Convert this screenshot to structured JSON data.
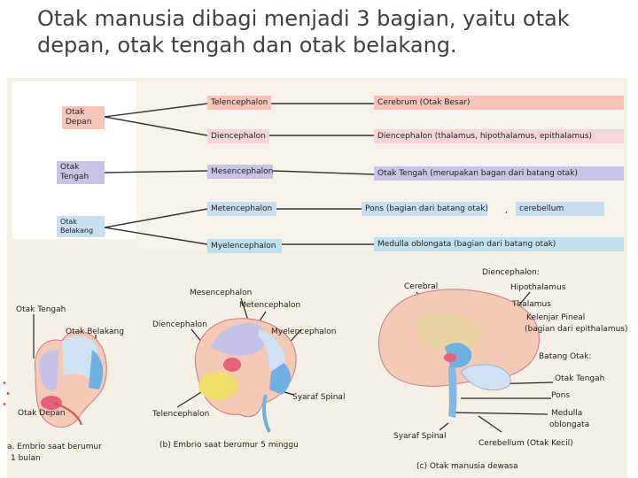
{
  "title": "Otak manusia dibagi menjadi 3 bagian, yaitu otak depan, otak tengah dan otak belakang.",
  "table": {
    "regions": {
      "depan": "Otak Depan",
      "tengah": "Otak Tengah",
      "belakang": "Otak Belakang"
    },
    "embryonic": {
      "telencephalon": "Telencephalon",
      "diencephalon": "Diencephalon",
      "mesencephalon": "Mesencephalon",
      "metencephalon": "Metencephalon",
      "myelencephalon": "Myelencephalon"
    },
    "adult": {
      "cerebrum": "Cerebrum (Otak Besar)",
      "diencephalon": "Diencephalon (thalamus, hipothalamus, epithalamus)",
      "otak_tengah": "Otak Tengah (merupakan bagan dari batang otak)",
      "pons": "Pons (bagian dari batang otak)",
      "comma": ",",
      "cerebellum": "cerebellum",
      "medulla": "Medulla oblongata (bagian dari batang otak)"
    },
    "colors": {
      "red": "#f6c4b8",
      "pink": "#f3d6dc",
      "purple": "#c9c3e6",
      "blue": "#c8dfef",
      "cyan": "#bfe1ef"
    }
  },
  "figure_a": {
    "otak_tengah": "Otak Tengah",
    "otak_belakang": "Otak Belakang",
    "otak_depan": "Otak Depan",
    "caption_line1": "a. Embrio saat berumur",
    "caption_line2": "1 bulan"
  },
  "figure_b": {
    "mesencephalon": "Mesencephalon",
    "metencephalon": "Metencephalon",
    "diencephalon": "Diencephalon",
    "myelencephalon": "Myelencephalon",
    "telencephalon": "Telencephalon",
    "syaraf_spinal": "Syaraf Spinal",
    "caption": "(b) Embrio saat berumur 5 minggu"
  },
  "figure_c": {
    "cerebral": "Cerebral",
    "diencephalon_header": "Diencephalon:",
    "hipothalamus": "Hipothalamus",
    "thalamus": "Thalamus",
    "kelenjar_line1": "Kelenjar Pineal",
    "kelenjar_line2": "(bagian dari epithalamus)",
    "batang_otak": "Batang Otak:",
    "otak_tengah": "Otak Tengah",
    "pons": "Pons",
    "medulla_line1": "Medulla",
    "medulla_line2": "oblongata",
    "syaraf_spinal": "Syaraf Spinal",
    "cerebellum": "Cerebellum (Otak Kecil)",
    "caption": "(c) Otak manusia dewasa"
  }
}
